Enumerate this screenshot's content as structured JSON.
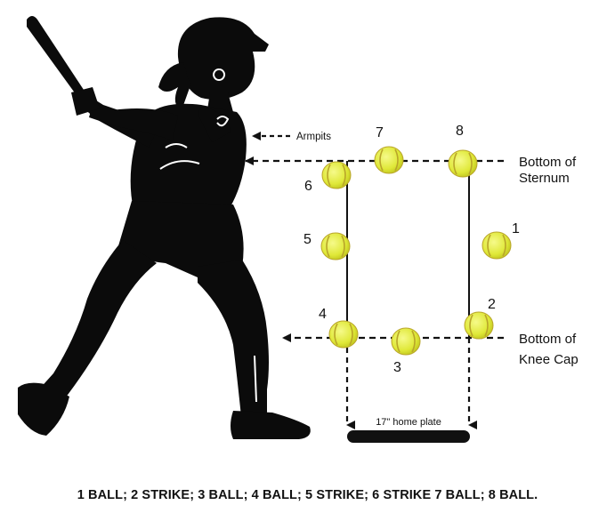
{
  "labels": {
    "armpits": "Armpits",
    "sternum_line1": "Bottom of",
    "sternum_line2": "Sternum",
    "knee_line1": "Bottom of",
    "knee_line2": "Knee Cap",
    "plate": "17\" home plate"
  },
  "balls": [
    {
      "number": "1",
      "call": "BALL"
    },
    {
      "number": "2",
      "call": "STRIKE"
    },
    {
      "number": "3",
      "call": "BALL"
    },
    {
      "number": "4",
      "call": "BALL"
    },
    {
      "number": "5",
      "call": "STRIKE"
    },
    {
      "number": "6",
      "call": "STRIKE"
    },
    {
      "number": "7",
      "call": "BALL"
    },
    {
      "number": "8",
      "call": "BALL"
    }
  ],
  "caption": "1 BALL; 2 STRIKE; 3 BALL; 4 BALL; 5 STRIKE; 6 STRIKE 7 BALL; 8 BALL.",
  "colors": {
    "ball_fill": "#e6ee3c",
    "ball_seam": "#b9a52a",
    "silhouette": "#0b0b0b",
    "line": "#111111"
  }
}
